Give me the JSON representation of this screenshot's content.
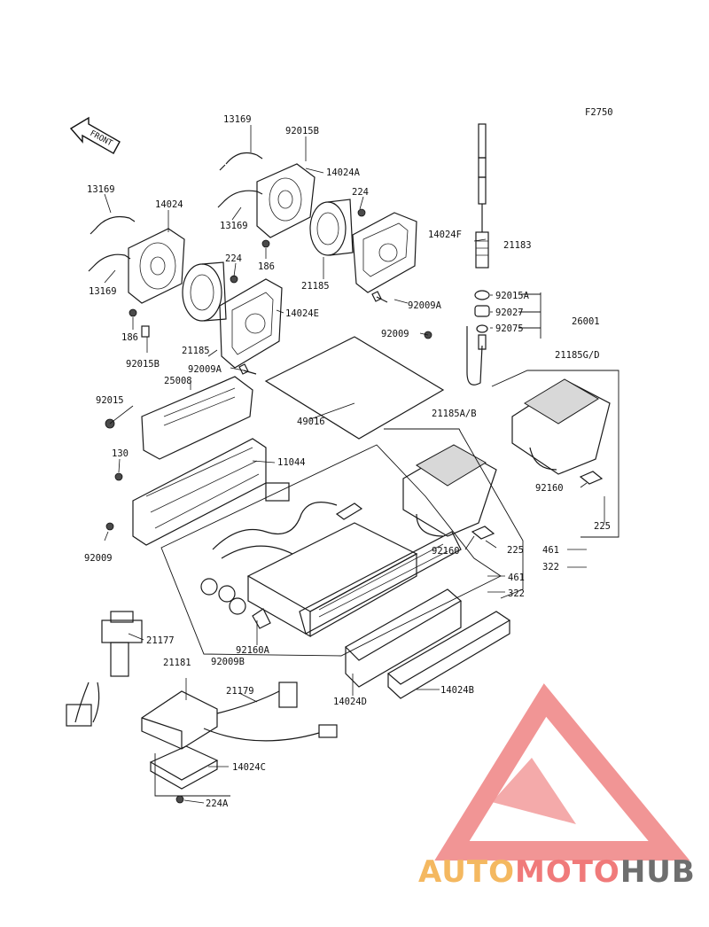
{
  "figure_code": "F2750",
  "front_arrow_label": "FRONT",
  "labels": {
    "l_13169_a": "13169",
    "l_92015B_a": "92015B",
    "l_14024A": "14024A",
    "l_224_a": "224",
    "l_13169_b": "13169",
    "l_186_a": "186",
    "l_21185_a": "21185",
    "l_14024F": "14024F",
    "l_21183": "21183",
    "l_92009A_a": "92009A",
    "l_92015A": "92015A",
    "l_92027": "92027",
    "l_26001": "26001",
    "l_92075": "92075",
    "l_13169_c": "13169",
    "l_14024": "14024",
    "l_224_b": "224",
    "l_14024E": "14024E",
    "l_13169_d": "13169",
    "l_186_b": "186",
    "l_92015B_b": "92015B",
    "l_21185_b": "21185",
    "l_92009A_b": "92009A",
    "l_92009_a": "92009",
    "l_21185GD": "21185G/D",
    "l_25008": "25008",
    "l_92015": "92015",
    "l_49016": "49016",
    "l_21185AB": "21185A/B",
    "l_130": "130",
    "l_11044": "11044",
    "l_92160_a": "92160",
    "l_225_a": "225",
    "l_92009_b": "92009",
    "l_461_a": "461",
    "l_322_a": "322",
    "l_92160_b": "92160",
    "l_225_b": "225",
    "l_461_b": "461",
    "l_322_b": "322",
    "l_21177": "21177",
    "l_92160A": "92160A",
    "l_92009B": "92009B",
    "l_21181": "21181",
    "l_21179": "21179",
    "l_14024D": "14024D",
    "l_14024B": "14024B",
    "l_14024C": "14024C",
    "l_224A": "224A"
  },
  "watermark": {
    "part1": "AUTO",
    "part2": "MOTO",
    "part3": "HUB",
    "colors": {
      "auto": "#f4b860",
      "moto": "#f07a7a",
      "hub": "#6e6e6e",
      "logo": "#f08a8a"
    }
  }
}
